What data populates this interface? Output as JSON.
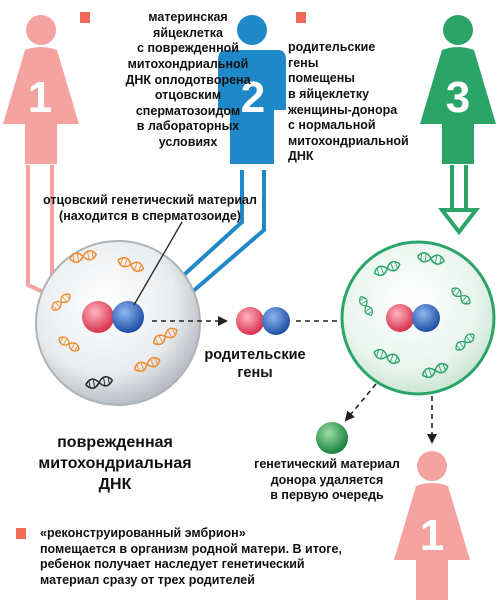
{
  "figures": [
    {
      "number": "1",
      "color": "#f4a3a0"
    },
    {
      "number": "2",
      "color": "#1f88c9"
    },
    {
      "number": "3",
      "color": "#2aa567"
    },
    {
      "number": "1",
      "color": "#f4a3a0"
    }
  ],
  "captions": {
    "mother_egg": [
      "материнская",
      "яйцеклетка",
      "с поврежденной",
      "митохондриальной",
      "ДНК оплодотворена",
      "отцовским",
      "сперматозоидом",
      "в лабораторных",
      "условиях"
    ],
    "donor_egg": [
      "родительские",
      "гены",
      "помещены",
      "в яйцеклетку",
      "женщины-донора",
      "с нормальной",
      "митохондриальной",
      "ДНК"
    ],
    "father_material": [
      "отцовский генетический материал",
      "(находится в сперматозоиде)"
    ],
    "parental_genes": [
      "родительские",
      "гены"
    ],
    "damaged_dna": [
      "поврежденная",
      "митохондриальная",
      "ДНК"
    ],
    "donor_removed": [
      "генетический материал",
      "донора удаляется",
      "в первую очередь"
    ],
    "bottom_note": [
      "«реконструированный эмбрион»",
      "помещается в организм родной матери. В итоге,",
      "ребенок получает наследует генетический",
      "материал сразу от трех родителей"
    ]
  },
  "colors": {
    "mother": "#f4a3a0",
    "father": "#1f88c9",
    "donor": "#2aa567",
    "bullet": "#ef6a59",
    "nucleus_red": "#e8566a",
    "nucleus_blue": "#2c63b8",
    "dna_orange": "#f08a2a",
    "dna_green": "#2aa567"
  }
}
